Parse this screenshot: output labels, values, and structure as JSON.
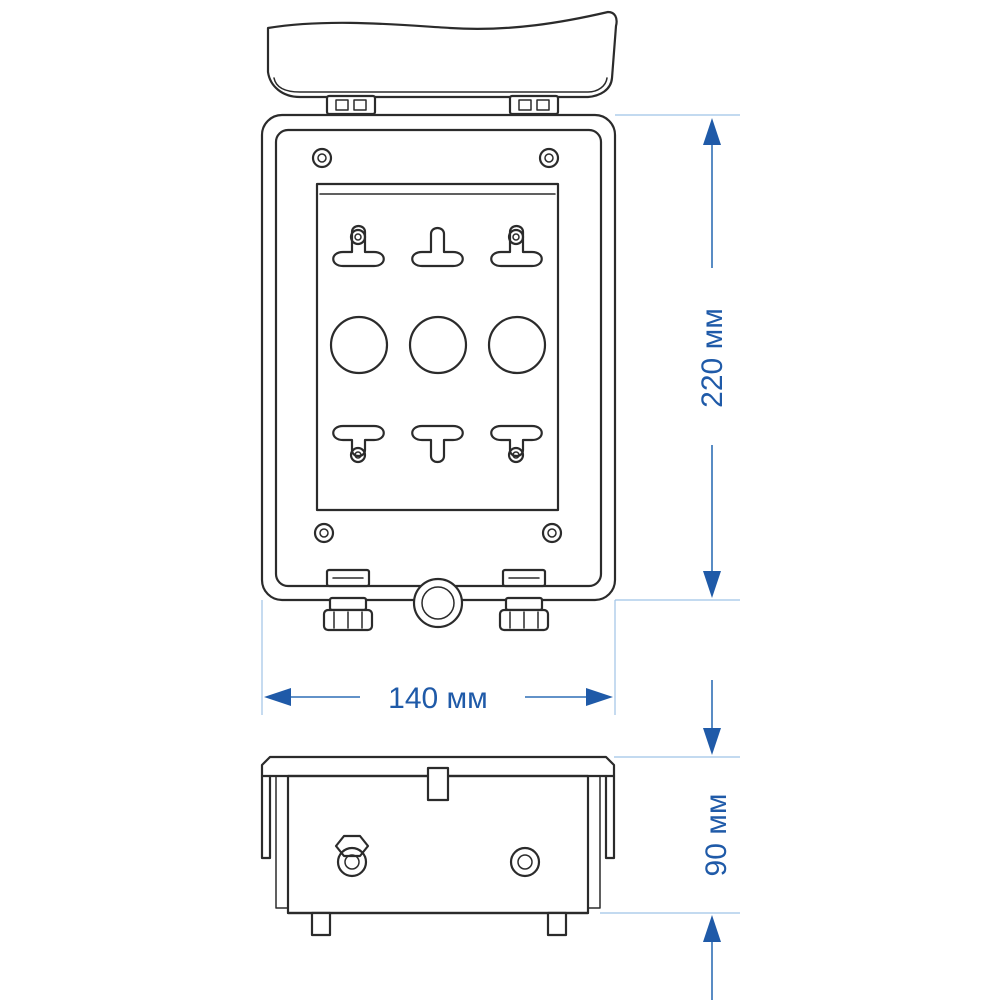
{
  "dimensions": {
    "height": "220 мм",
    "width": "140 мм",
    "depth": "90 мм"
  },
  "colors": {
    "dimension": "#1f5aa8",
    "extension_line": "#9fc3e6",
    "outline": "#2b2b2b"
  }
}
